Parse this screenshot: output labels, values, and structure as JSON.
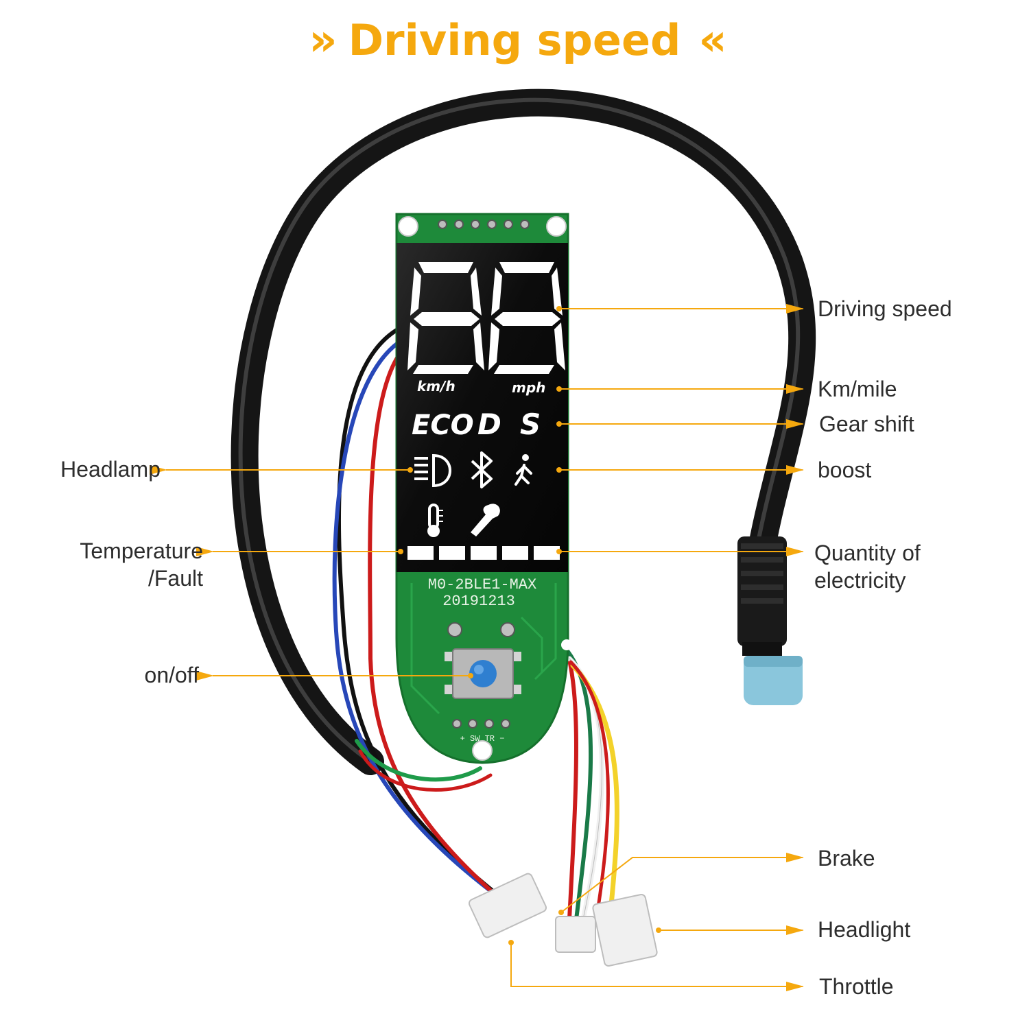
{
  "header": {
    "left_chevron": "»",
    "title": "Driving speed",
    "right_chevron": "«"
  },
  "labels": {
    "driving_speed": "Driving speed",
    "km_mile": "Km/mile",
    "gear_shift": "Gear shift",
    "boost": "boost",
    "quantity_line1": "Quantity of",
    "quantity_line2": "electricity",
    "headlamp": "Headlamp",
    "temperature_line1": "Temperature",
    "temperature_line2": "/Fault",
    "on_off": "on/off",
    "brake": "Brake",
    "headlight": "Headlight",
    "throttle": "Throttle"
  },
  "board": {
    "display_digits": "88",
    "unit_kmh": "km/h",
    "unit_mph": "mph",
    "gear_eco": "ECO",
    "gear_d": "D",
    "gear_s": "S",
    "model": "M0-2BLE1-MAX",
    "date": "20191213",
    "pad_labels": "+ SW TR −"
  },
  "colors": {
    "accent": "#f5a80e",
    "pcb": "#1e8a3a",
    "lcd": "#0b0b0b",
    "connector": "#8ac6dc"
  },
  "icons": [
    "headlamp-icon",
    "bluetooth-icon",
    "walking-person-icon",
    "thermometer-icon",
    "wrench-icon",
    "battery-bars-icon",
    "power-button-icon"
  ]
}
